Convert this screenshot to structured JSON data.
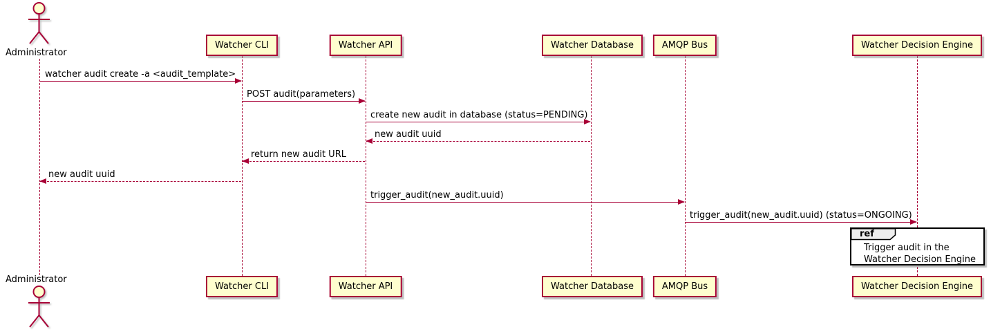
{
  "diagram": {
    "actor": {
      "name": "Administrator"
    },
    "participants": [
      {
        "name": "Watcher CLI"
      },
      {
        "name": "Watcher API"
      },
      {
        "name": "Watcher Database"
      },
      {
        "name": "AMQP Bus"
      },
      {
        "name": "Watcher Decision Engine"
      }
    ],
    "messages": [
      {
        "from": "Administrator",
        "to": "Watcher CLI",
        "line": "solid",
        "text": "watcher audit create -a <audit_template>"
      },
      {
        "from": "Watcher CLI",
        "to": "Watcher API",
        "line": "solid",
        "text": "POST audit(parameters)"
      },
      {
        "from": "Watcher API",
        "to": "Watcher Database",
        "line": "solid",
        "text": "create new audit in database (status=PENDING)"
      },
      {
        "from": "Watcher Database",
        "to": "Watcher API",
        "line": "dashed",
        "text": "new audit uuid"
      },
      {
        "from": "Watcher API",
        "to": "Watcher CLI",
        "line": "dashed",
        "text": "return new audit URL"
      },
      {
        "from": "Watcher CLI",
        "to": "Administrator",
        "line": "dashed",
        "text": "new audit uuid"
      },
      {
        "from": "Watcher API",
        "to": "AMQP Bus",
        "line": "solid",
        "text": "trigger_audit(new_audit.uuid)"
      },
      {
        "from": "AMQP Bus",
        "to": "Watcher Decision Engine",
        "line": "solid",
        "text": "trigger_audit(new_audit.uuid) (status=ONGOING)"
      }
    ],
    "ref": {
      "keyword": "ref",
      "line1": "Trigger audit in the",
      "line2": "Watcher Decision Engine"
    },
    "colors": {
      "line": "#A80036",
      "participant_fill": "#FEFECE",
      "participant_border": "#A80036",
      "text": "#000000",
      "ref_tab_fill": "#EEEEEE",
      "ref_border": "#000000",
      "background": "#FFFFFF"
    }
  }
}
